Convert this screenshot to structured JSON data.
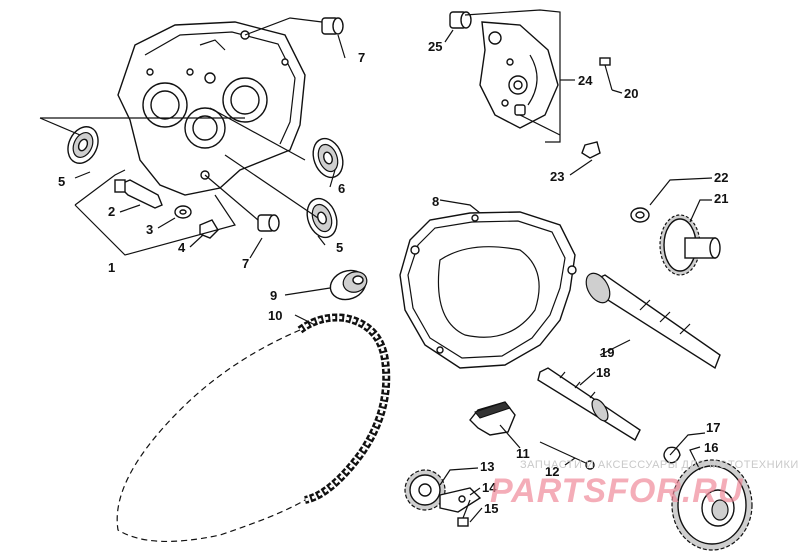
{
  "callouts": {
    "c1": "1",
    "c2": "2",
    "c3": "3",
    "c4": "4",
    "c5a": "5",
    "c5b": "5",
    "c6": "6",
    "c7a": "7",
    "c7b": "7",
    "c8": "8",
    "c9": "9",
    "c10": "10",
    "c11": "11",
    "c12": "12",
    "c13": "13",
    "c14": "14",
    "c15": "15",
    "c16": "16",
    "c17": "17",
    "c18": "18",
    "c19": "19",
    "c20": "20",
    "c21": "21",
    "c22": "22",
    "c23": "23",
    "c24": "24",
    "c25": "25"
  },
  "watermark": {
    "tagline": "ЗАПЧАСТИ И АКСЕССУАРЫ ДЛЯ МОТОТЕХНИКИ",
    "brand": "PARTSFOR.RU"
  },
  "colors": {
    "ink": "#111111",
    "watermark_brand": "#f08a9a",
    "watermark_text": "#c9c9c9"
  }
}
